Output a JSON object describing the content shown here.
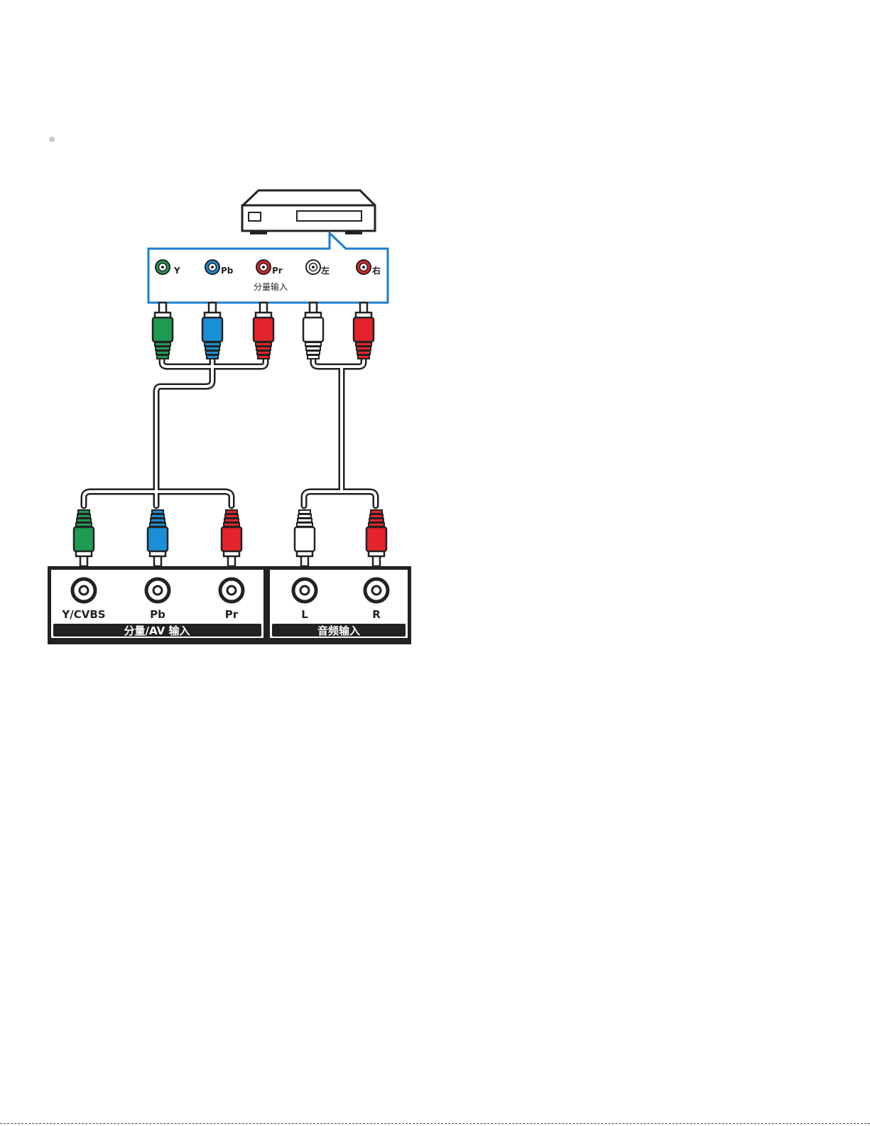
{
  "colors": {
    "green": "#1f9a52",
    "blue": "#1a8fd6",
    "red": "#e5232a",
    "white": "#ffffff",
    "panel_blue": "#1b7fd0",
    "dark": "#222222"
  },
  "source_device": {
    "panel_title": "分量输入",
    "jacks": [
      {
        "label": "Y",
        "color": "green"
      },
      {
        "label": "Pb",
        "color": "blue"
      },
      {
        "label": "Pr",
        "color": "red"
      },
      {
        "label": "左",
        "color": "white"
      },
      {
        "label": "右",
        "color": "red"
      }
    ]
  },
  "tv_panel": {
    "component_group_label": "分量/AV 输入",
    "audio_group_label": "音频输入",
    "jacks": [
      {
        "label": "Y/CVBS",
        "color": "green"
      },
      {
        "label": "Pb",
        "color": "blue"
      },
      {
        "label": "Pr",
        "color": "red"
      },
      {
        "label": "L",
        "color": "white"
      },
      {
        "label": "R",
        "color": "red"
      }
    ]
  }
}
